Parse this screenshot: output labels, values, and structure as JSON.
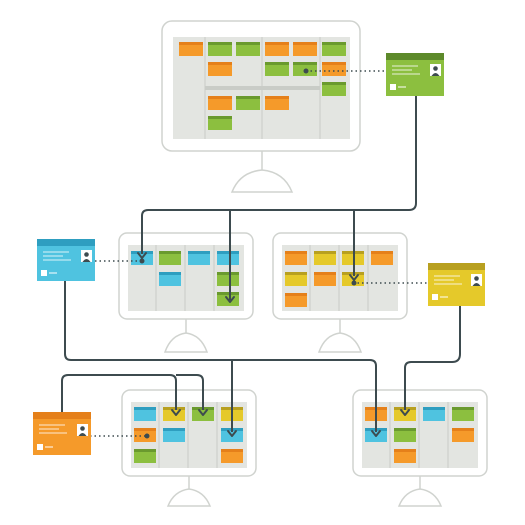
{
  "colors": {
    "orange": "#f59a2a",
    "orange_dark": "#e5801a",
    "green": "#8cbf3f",
    "green_dark": "#6a9a2e",
    "blue": "#4fc3e0",
    "blue_dark": "#2e9ec0",
    "yellow": "#e5c92a",
    "yellow_dark": "#b8a020",
    "board_bg": "#e3e5e1",
    "board_line": "#c9ccc7",
    "monitor_stroke": "#d0d3cf",
    "connector": "#3d4b4f"
  },
  "diagram": {
    "description": "",
    "monitors": [
      {
        "id": "top",
        "label": ""
      },
      {
        "id": "middle-left",
        "label": ""
      },
      {
        "id": "middle-right",
        "label": ""
      },
      {
        "id": "bottom-left",
        "label": ""
      },
      {
        "id": "bottom-right",
        "label": ""
      }
    ],
    "detail_cards": [
      {
        "id": "green-card",
        "color": "green",
        "icon": "user-avatar-icon"
      },
      {
        "id": "blue-card",
        "color": "blue",
        "icon": "user-avatar-icon"
      },
      {
        "id": "yellow-card",
        "color": "yellow",
        "icon": "user-avatar-icon"
      },
      {
        "id": "orange-card",
        "color": "orange",
        "icon": "user-avatar-icon"
      }
    ]
  }
}
